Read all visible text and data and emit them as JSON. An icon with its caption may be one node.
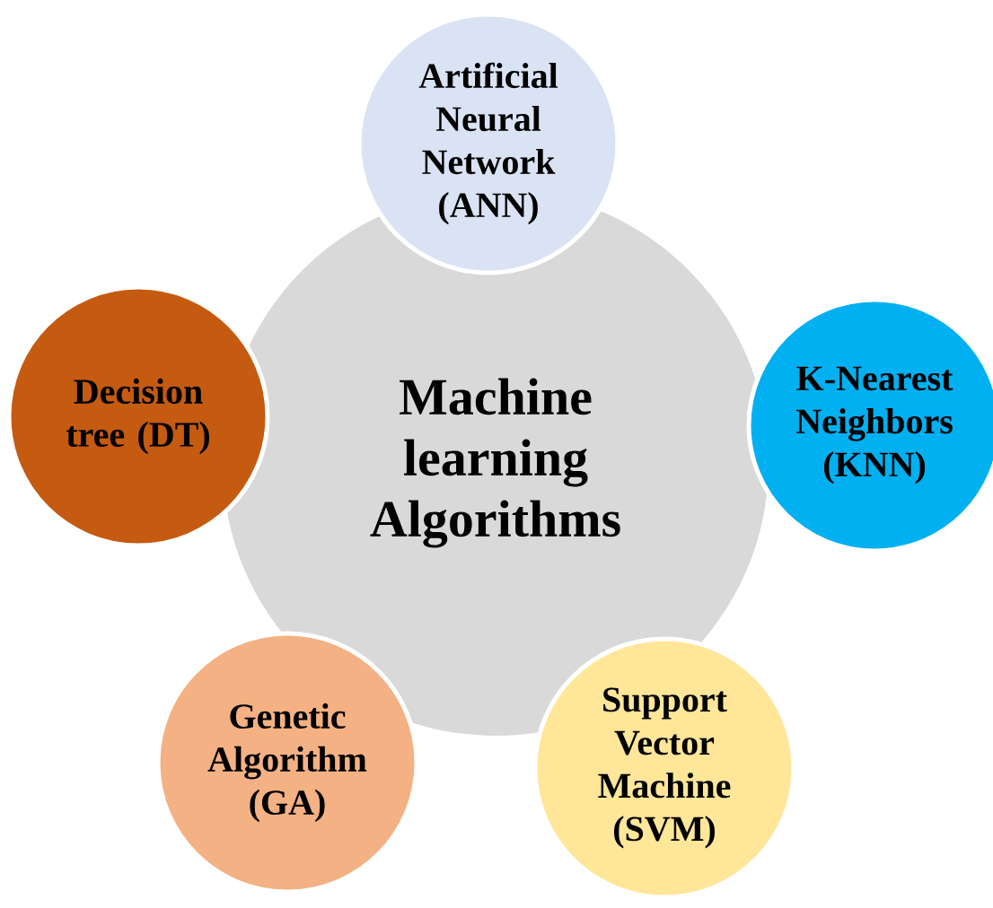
{
  "diagram": {
    "nodes": [
      {
        "text": [
          "Artificial Neural Network (ANN)"
        ]
      },
      {
        "text": [
          "Decision tree (DT)"
        ]
      },
      {
        "text": [
          "Machine learning Algorithms"
        ]
      },
      {
        "text": [
          "K-Nearest Neighbors (KNN)"
        ]
      },
      {
        "text": [
          "Genetic Algorithm (GA)"
        ]
      },
      {
        "text": [
          "Support Vector Machine (SVM)"
        ]
      }
    ]
  }
}
